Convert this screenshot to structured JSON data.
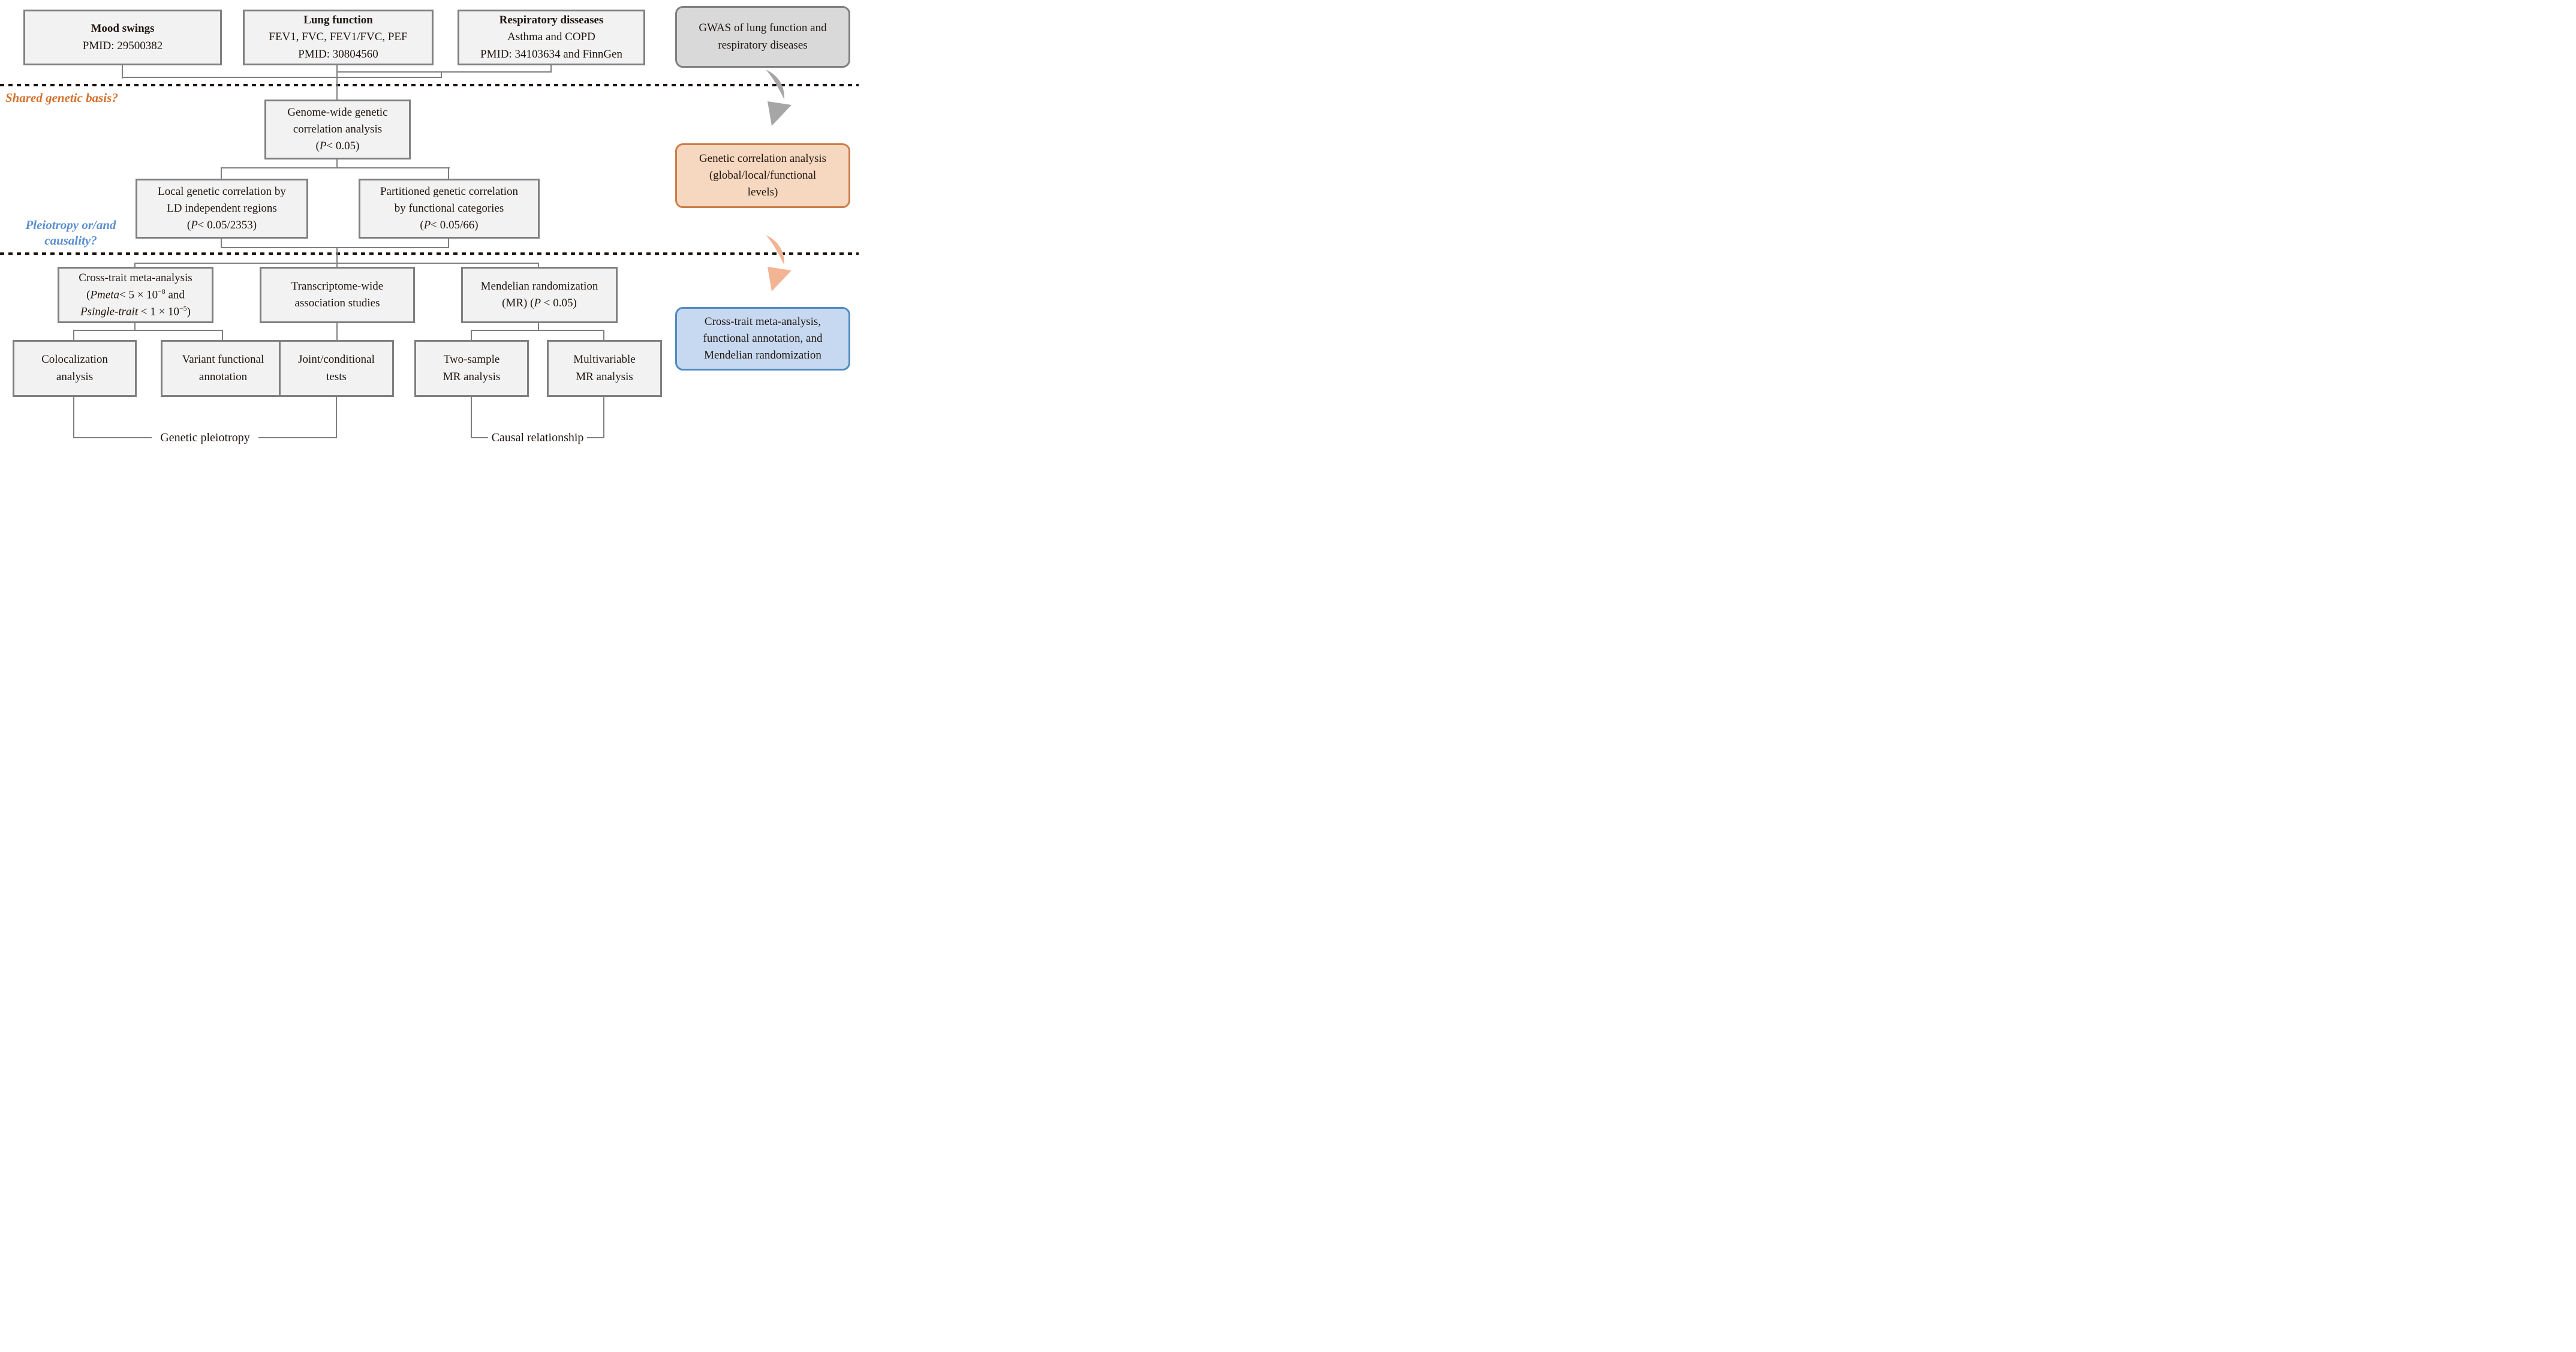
{
  "top_row": {
    "mood": {
      "title": "Mood swings",
      "lines": [
        "PMID: 29500382"
      ]
    },
    "lung": {
      "title": "Lung function",
      "lines": [
        "FEV1, FVC, FEV1/FVC, PEF",
        "PMID: 30804560"
      ]
    },
    "resp": {
      "title": "Respiratory disseases",
      "lines": [
        "Asthma and COPD",
        "PMID: 34103634 and FinnGen"
      ]
    }
  },
  "section_labels": {
    "shared": "Shared genetic basis?",
    "pleiotropy_line1": "Pleiotropy or/and",
    "pleiotropy_line2": "causality?"
  },
  "analysis": {
    "genome": {
      "line1": "Genome-wide genetic",
      "line2": "correlation analysis",
      "line3": [
        {
          "t": "(",
          "s": ""
        },
        {
          "t": "P",
          "s": "i"
        },
        {
          "t": "< 0.05)",
          "s": ""
        }
      ]
    },
    "local": {
      "line1": "Local genetic correlation by",
      "line2": "LD independent regions",
      "line3": [
        {
          "t": "(",
          "s": ""
        },
        {
          "t": "P",
          "s": "i"
        },
        {
          "t": "< 0.05/2353)",
          "s": ""
        }
      ]
    },
    "partitioned": {
      "line1": "Partitioned genetic correlation",
      "line2": "by functional categories",
      "line3": [
        {
          "t": "(",
          "s": ""
        },
        {
          "t": "P",
          "s": "i"
        },
        {
          "t": "< 0.05/66)",
          "s": ""
        }
      ]
    },
    "cross": {
      "line1": "Cross-trait meta-analysis",
      "line2": [
        {
          "t": "(",
          "s": ""
        },
        {
          "t": "Pmeta",
          "s": "i"
        },
        {
          "t": "< 5 × 10",
          "s": ""
        },
        {
          "t": "−8",
          "s": "sup"
        },
        {
          "t": " and",
          "s": ""
        }
      ],
      "line3": [
        {
          "t": "Psingle-trait",
          "s": "i"
        },
        {
          "t": " < 1 × 10",
          "s": ""
        },
        {
          "t": "−5",
          "s": "sup"
        },
        {
          "t": ")",
          "s": ""
        }
      ]
    },
    "twas": {
      "line1": "Transcriptome-wide",
      "line2": "association studies"
    },
    "mr": {
      "line1": "Mendelian randomization",
      "line2": [
        {
          "t": "(MR) (",
          "s": ""
        },
        {
          "t": "P",
          "s": "i"
        },
        {
          "t": " < 0.05)",
          "s": ""
        }
      ]
    }
  },
  "bottom_row": {
    "coloc": [
      "Colocalization",
      "analysis"
    ],
    "variant": [
      "Variant functional",
      "annotation"
    ],
    "joint": [
      "Joint/conditional",
      "tests"
    ],
    "twosample": [
      "Two-sample",
      "MR analysis"
    ],
    "multivariable": [
      "Multivariable",
      "MR analysis"
    ]
  },
  "right_rail": {
    "gwas": [
      "GWAS of lung function and",
      "respiratory diseases"
    ],
    "correlation": [
      "Genetic correlation analysis",
      "(global/local/functional",
      "levels)"
    ],
    "crosstrait": [
      "Cross-trait meta-analysis,",
      "functional annotation, and",
      "Mendelian randomization"
    ]
  },
  "footers": {
    "pleiotropy": "Genetic pleiotropy",
    "causal": "Causal relationship"
  },
  "colors": {
    "plain_box_fill": "#f2f2f2",
    "box_border": "#7f7f7f",
    "gray_note_fill": "#d9d9d9",
    "orange_note_fill": "#f6d7bf",
    "orange_note_border": "#cd7e49",
    "blue_note_fill": "#c7d9f0",
    "blue_note_border": "#4f8ac2",
    "shared_label": "#d4702c",
    "pleiotropy_label": "#5b8fd0",
    "gray_arrow": "#a6a6a6",
    "salmon_arrow": "#f2b493",
    "dashed_line": "#1c120d",
    "text": "#20150f"
  }
}
